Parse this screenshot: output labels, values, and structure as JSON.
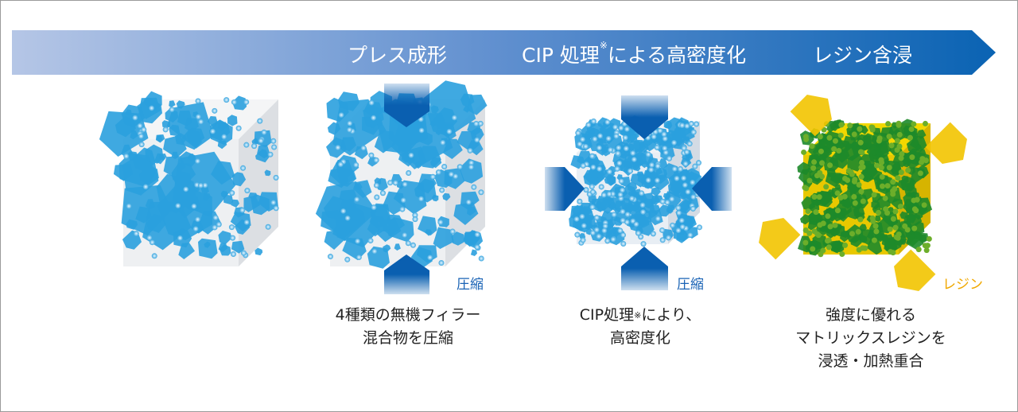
{
  "banner": {
    "steps": [
      {
        "label": "プレス成形"
      },
      {
        "label_before": "CIP 処理",
        "mark": "※",
        "label_after": "による高密度化"
      },
      {
        "label": "レジン含浸"
      }
    ]
  },
  "tags": {
    "compress1": "圧縮",
    "compress2": "圧縮",
    "resin": "レジン"
  },
  "captions": {
    "step1": [
      "4種類の無機フィラー",
      "混合物を圧縮"
    ],
    "step2": {
      "before": "CIP処理",
      "mark": "※",
      "after": "により、",
      "line2": "高密度化"
    },
    "step3": [
      "強度に優れる",
      "マトリックスレジンを",
      "浸透・加熱重合"
    ]
  },
  "colors": {
    "arrow_dark": "#0a5fb0",
    "arrow_light": "#a9bfe3",
    "filler": "#2aa0de",
    "resin": "#f2c400",
    "resin_green": "#1d8a2a",
    "tag_blue": "#1a63b5",
    "tag_yellow": "#f0a800"
  }
}
